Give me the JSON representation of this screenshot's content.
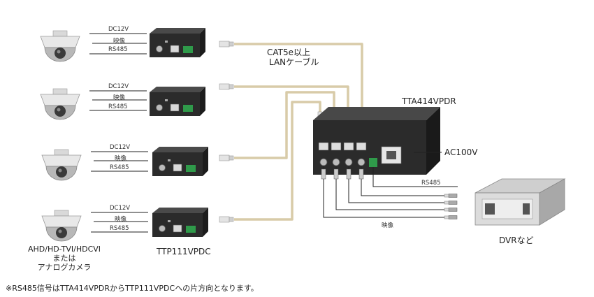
{
  "labels": {
    "dc12v": "DC12V",
    "video": "映像",
    "rs485": "RS485",
    "cat5e": "CAT5e以上",
    "lan_cable": "LANケーブル",
    "hub_model": "TTA414VPDR",
    "ac100v": "AC100V",
    "dvr": "DVRなど",
    "transmitter_model": "TTP111VPDC",
    "camera_caption_1": "AHD/HD-TVI/HDCVI",
    "camera_caption_2": "または",
    "camera_caption_3": "アナログカメラ",
    "footnote": "※RS485信号はTTA414VPDRからTTP111VPDCへの片方向となります。"
  },
  "icons": {
    "camera": "dome-camera-icon",
    "transmitter": "transmitter-box-icon",
    "hub": "receiver-hub-icon",
    "dvr": "dvr-rack-icon",
    "lan_plug": "rj45-plug-icon"
  },
  "colors": {
    "lan_cable": "#d8cba8",
    "wire": "#222222",
    "device_body": "#2b2b2b",
    "device_top": "#444444",
    "terminal_green": "#2f9a4a"
  }
}
